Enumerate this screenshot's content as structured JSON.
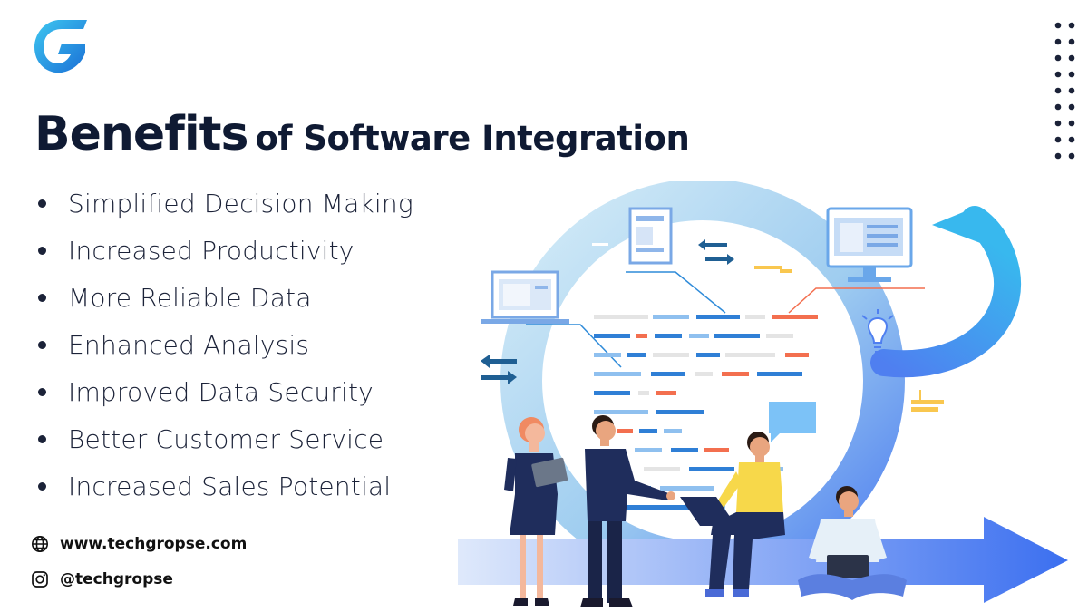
{
  "brand": {
    "logo_icon": "techgropse-g-logo-icon",
    "accent_color": "#2f8bd9",
    "dark_color": "#0f1a33"
  },
  "heading": {
    "emphasis": "Benefits",
    "rest": "of Software Integration"
  },
  "benefits": [
    "Simplified Decision Making",
    "Increased Productivity",
    "More Reliable Data",
    "Enhanced Analysis",
    "Improved Data Security",
    "Better Customer Service",
    "Increased Sales Potential"
  ],
  "contact": {
    "website_icon": "globe-icon",
    "website": "www.techgropse.com",
    "social_icon": "instagram-icon",
    "social_handle": "@techgropse"
  },
  "illustration": {
    "subject": "team-working-with-integrated-software-icon",
    "colors": [
      "#4a7bf0",
      "#8fd3f4",
      "#1f3a5f",
      "#f36f4f",
      "#f9c74f"
    ]
  }
}
